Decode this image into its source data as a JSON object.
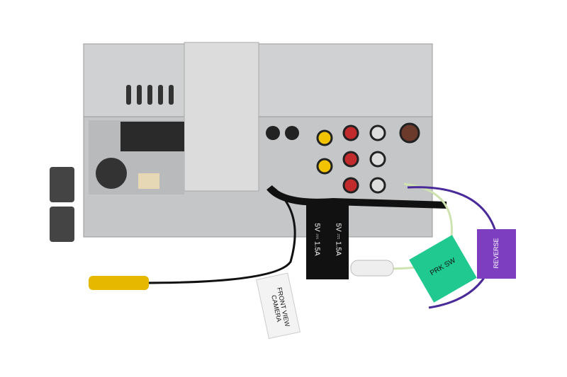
{
  "labels": {
    "front_camera": "FRONT VIEW CAMERA",
    "usb_power_1": "5V ⎓ 1.5A",
    "usb_power_2": "5V ⎓ 1.5A",
    "parking": "PRK SW",
    "reverse": "REVERSE"
  },
  "colors": {
    "chassis": "#c9cbcd",
    "parking_tag": "#1fc98f",
    "reverse_tag": "#7d3fc0",
    "rca_yellow": "#f2c300",
    "rca_red": "#c22b2b"
  }
}
